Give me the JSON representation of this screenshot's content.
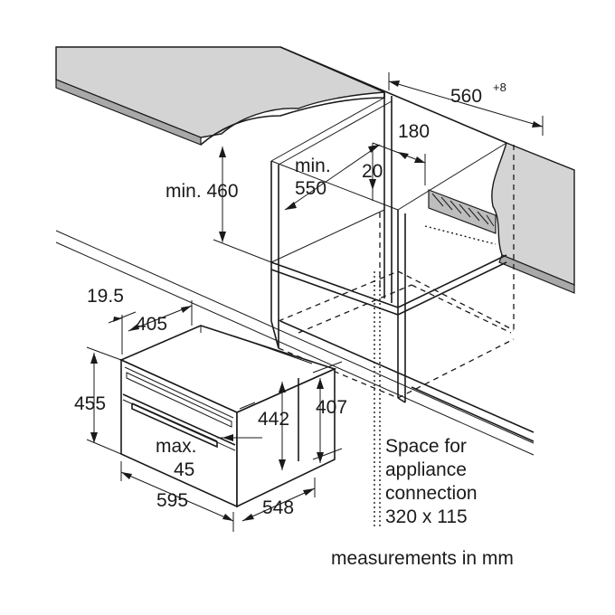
{
  "dimensions": {
    "d560": "560",
    "d560_tol": "+8",
    "d180": "180",
    "d20": "20",
    "min460": "min. 460",
    "min550_line1": "min.",
    "min550_line2": "550",
    "d19_5": "19.5",
    "d405": "405",
    "d455": "455",
    "d442": "442",
    "d407": "407",
    "max45_line1": "max.",
    "max45_line2": "45",
    "d595": "595",
    "d548": "548"
  },
  "notes": {
    "space_line1": "Space for",
    "space_line2": "appliance",
    "space_line3": "connection",
    "space_line4": "320 x 115",
    "units": "measurements in mm"
  }
}
